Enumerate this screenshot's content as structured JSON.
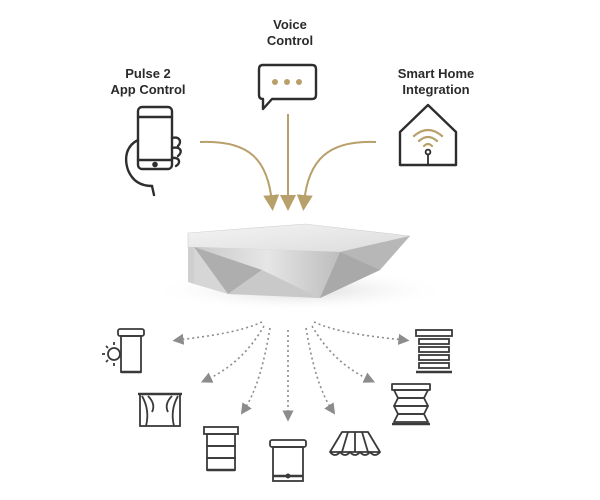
{
  "inputs": {
    "app": {
      "line1": "Pulse 2",
      "line2": "App Control",
      "icon": "smartphone-in-hand-icon"
    },
    "voice": {
      "line1": "Voice",
      "line2": "Control",
      "icon": "speech-bubble-icon"
    },
    "smart": {
      "line1": "Smart Home",
      "line2": "Integration",
      "icon": "smart-home-wifi-icon"
    }
  },
  "hub": {
    "icon": "pulse-hub-device"
  },
  "outputs": [
    {
      "name": "roller-shade-icon"
    },
    {
      "name": "curtain-icon"
    },
    {
      "name": "roman-shade-icon"
    },
    {
      "name": "blind-icon"
    },
    {
      "name": "awning-icon"
    },
    {
      "name": "honeycomb-shade-icon"
    },
    {
      "name": "venetian-blind-icon"
    }
  ],
  "colors": {
    "accent": "#b8a06a",
    "text": "#2b2b2b",
    "icon": "#3a3a3a",
    "dotted": "#9a9a9a"
  }
}
